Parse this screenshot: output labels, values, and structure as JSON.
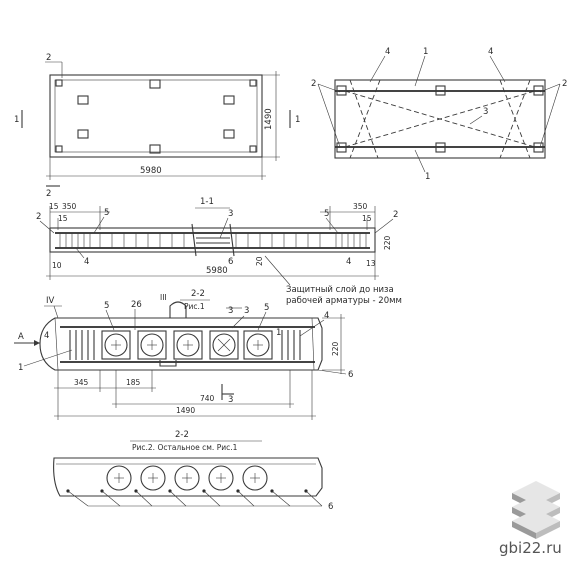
{
  "plan": {
    "length": "5980",
    "width": "1490",
    "section_mark": "1",
    "ref": "2"
  },
  "scheme": {
    "labels": [
      "1",
      "2",
      "3",
      "4"
    ]
  },
  "long_section": {
    "title": "1-1",
    "dims": [
      "15",
      "350",
      "15",
      "350",
      "15",
      "10",
      "5980",
      "20",
      "220",
      "13"
    ],
    "marks": [
      "2",
      "5",
      "3",
      "5",
      "2",
      "4",
      "6",
      "4"
    ],
    "note_line1": "Защитный слой до низа",
    "note_line2": "рабочей арматуры - 20мм"
  },
  "cross_section": {
    "title": "2-2",
    "subtitle": "Рис.1",
    "marks": [
      "IV",
      "A",
      "5",
      "26",
      "III",
      "3",
      "3",
      "5",
      "4",
      "4",
      "1",
      "1",
      "6",
      "3"
    ],
    "dims": [
      "220",
      "345",
      "185",
      "740",
      "1490"
    ]
  },
  "section2": {
    "title": "2-2",
    "subtitle": "Рис.2. Остальное см. Рис.1",
    "mark": "6"
  },
  "watermark": {
    "text": "gbi22.ru",
    "colors": {
      "top": "#e6e6e6",
      "side_left": "#9a9a9a",
      "side_right": "#bdbdbd"
    }
  }
}
